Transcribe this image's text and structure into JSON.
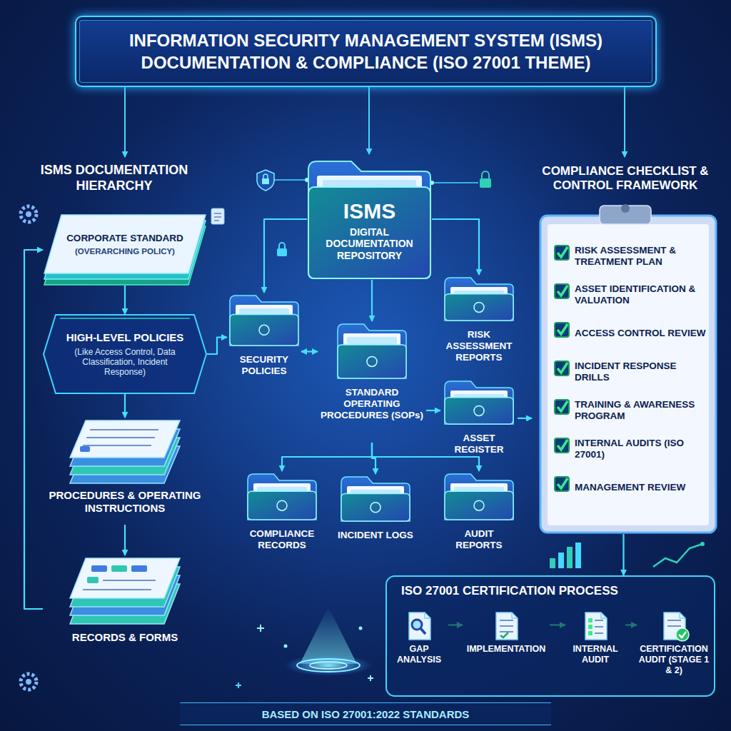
{
  "diagram": {
    "title": "INFORMATION SECURITY MANAGEMENT SYSTEM (ISMS) DOCUMENTATION & COMPLIANCE (ISO 27001 THEME)",
    "caption": "BASED ON ISO 27001:2022 STANDARDS",
    "nodes": [
      {
        "text": [
          "CORPORATE STANDARD",
          "(OVERARCHING POLICY)"
        ]
      },
      {
        "text": [
          "HIGH-LEVEL POLICIES",
          "(Like Access Control, Data Classification, Incident Response)"
        ]
      },
      {
        "text": [
          "PROCEDURES & OPERATING INSTRUCTIONS"
        ]
      },
      {
        "text": [
          "RECORDS & FORMS"
        ]
      },
      {
        "text": [
          "ISMS",
          "DIGITAL DOCUMENTATION REPOSITORY"
        ]
      },
      {
        "text": [
          "SECURITY POLICIES"
        ]
      },
      {
        "text": [
          "STANDARD OPERATING PROCEDURES (SOPs)"
        ]
      },
      {
        "text": [
          "RISK ASSESSMENT REPORTS"
        ]
      },
      {
        "text": [
          "ASSET REGISTER"
        ]
      },
      {
        "text": [
          "COMPLIANCE RECORDS"
        ]
      },
      {
        "text": [
          "INCIDENT LOGS"
        ]
      },
      {
        "text": [
          "AUDIT REPORTS"
        ]
      },
      {
        "text": [
          "COMPLIANCE CHECKLIST & CONTROL FRAMEWORK"
        ]
      },
      {
        "text": [
          "RISK ASSESSMENT & TREATMENT PLAN"
        ],
        "in": 12
      },
      {
        "text": [
          "ASSET IDENTIFICATION & VALUATION"
        ],
        "in": 12
      },
      {
        "text": [
          "ACCESS CONTROL REVIEW"
        ],
        "in": 12
      },
      {
        "text": [
          "INCIDENT RESPONSE DRILLS"
        ],
        "in": 12
      },
      {
        "text": [
          "TRAINING & AWARENESS PROGRAM"
        ],
        "in": 12
      },
      {
        "text": [
          "INTERNAL AUDITS (ISO 27001)"
        ],
        "in": 12
      },
      {
        "text": [
          "MANAGEMENT REVIEW"
        ],
        "in": 12
      },
      {
        "text": [
          "ISO 27001 CERTIFICATION PROCESS"
        ]
      },
      {
        "text": [
          "GAP ANALYSIS"
        ],
        "in": 20
      },
      {
        "text": [
          "IMPLEMENTATION"
        ],
        "in": 20
      },
      {
        "text": [
          "INTERNAL AUDIT"
        ],
        "in": 20
      },
      {
        "text": [
          "CERTIFICATION AUDIT (STAGE 1 & 2)"
        ],
        "in": 20
      }
    ],
    "edges": [
      {
        "from": 0,
        "to": 1,
        "arrow": "to"
      },
      {
        "from": 1,
        "to": 2,
        "arrow": "to"
      },
      {
        "from": 2,
        "to": 3,
        "arrow": "to"
      },
      {
        "from": 3,
        "to": 0,
        "arrow": "to"
      },
      {
        "from": 1,
        "to": 5,
        "arrow": "to"
      },
      {
        "from": 4,
        "to": 5,
        "arrow": "to"
      },
      {
        "from": 4,
        "to": 6,
        "arrow": "to"
      },
      {
        "from": 4,
        "to": 7,
        "arrow": "to"
      },
      {
        "from": 5,
        "to": 6,
        "arrow": "both"
      },
      {
        "from": 6,
        "to": 8,
        "arrow": "to"
      },
      {
        "from": 6,
        "to": 9,
        "arrow": "to"
      },
      {
        "from": 6,
        "to": 10,
        "arrow": "to"
      },
      {
        "from": 6,
        "to": 11,
        "arrow": "to"
      },
      {
        "from": 8,
        "to": 12,
        "arrow": "to"
      },
      {
        "from": 12,
        "to": 20,
        "arrow": "to"
      },
      {
        "from": 21,
        "to": 22,
        "arrow": "to"
      },
      {
        "from": 22,
        "to": 23,
        "arrow": "to"
      },
      {
        "from": 23,
        "to": 24,
        "arrow": "to"
      }
    ],
    "labels": [
      "ISMS DOCUMENTATION HIERARCHY"
    ]
  }
}
